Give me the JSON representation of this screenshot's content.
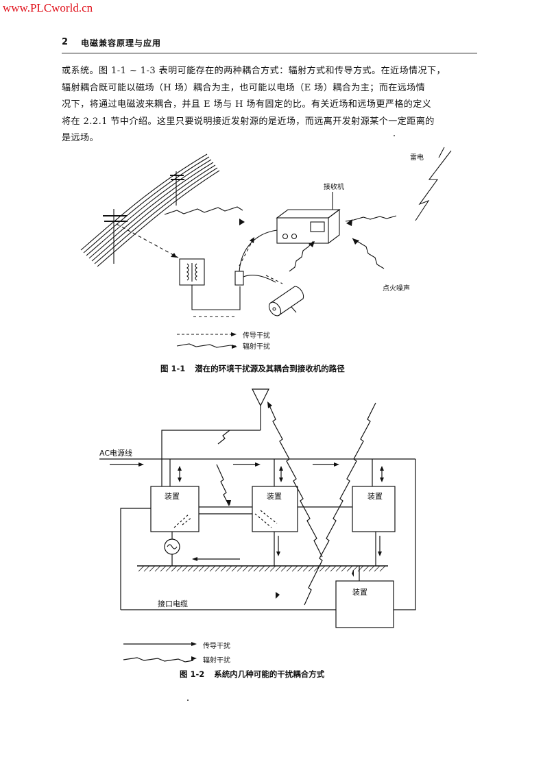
{
  "watermark": "www.PLCworld.cn",
  "header": {
    "page_number": "2",
    "book_title": "电磁兼容原理与应用"
  },
  "paragraph": [
    "或系统。图 1-1 ~ 1-3 表明可能存在的两种耦合方式：辐射方式和传导方式。在近场情况下，",
    "辐射耦合既可能以磁场（H 场）耦合为主，也可能以电场（E 场）耦合为主；而在远场情",
    "况下，将通过电磁波来耦合，并且 E 场与 H 场有固定的比。有关近场和远场更严格的定义",
    "将在 2.2.1 节中介绍。这里只要说明接近发射源的是近场，而远离开发射源某个一定距离的",
    "是远场。"
  ],
  "figure1": {
    "labels": {
      "lightning": "雷电",
      "receiver": "接收机",
      "spark_noise": "点火噪声"
    },
    "legend": {
      "conducted": "传导干扰",
      "radiated": "辐射干扰"
    },
    "caption_number": "图 1-1",
    "caption_text": "潜在的环境干扰源及其耦合到接收机的路径"
  },
  "figure2": {
    "labels": {
      "ac_line": "AC电源线",
      "device_1": "装置",
      "device_2": "装置",
      "device_3": "装置",
      "device_4": "装置",
      "interface_cable": "接口电缆"
    },
    "legend": {
      "conducted": "传导干扰",
      "radiated": "辐射干扰"
    },
    "caption_number": "图 1-2",
    "caption_text": "系统内几种可能的干扰耦合方式"
  }
}
